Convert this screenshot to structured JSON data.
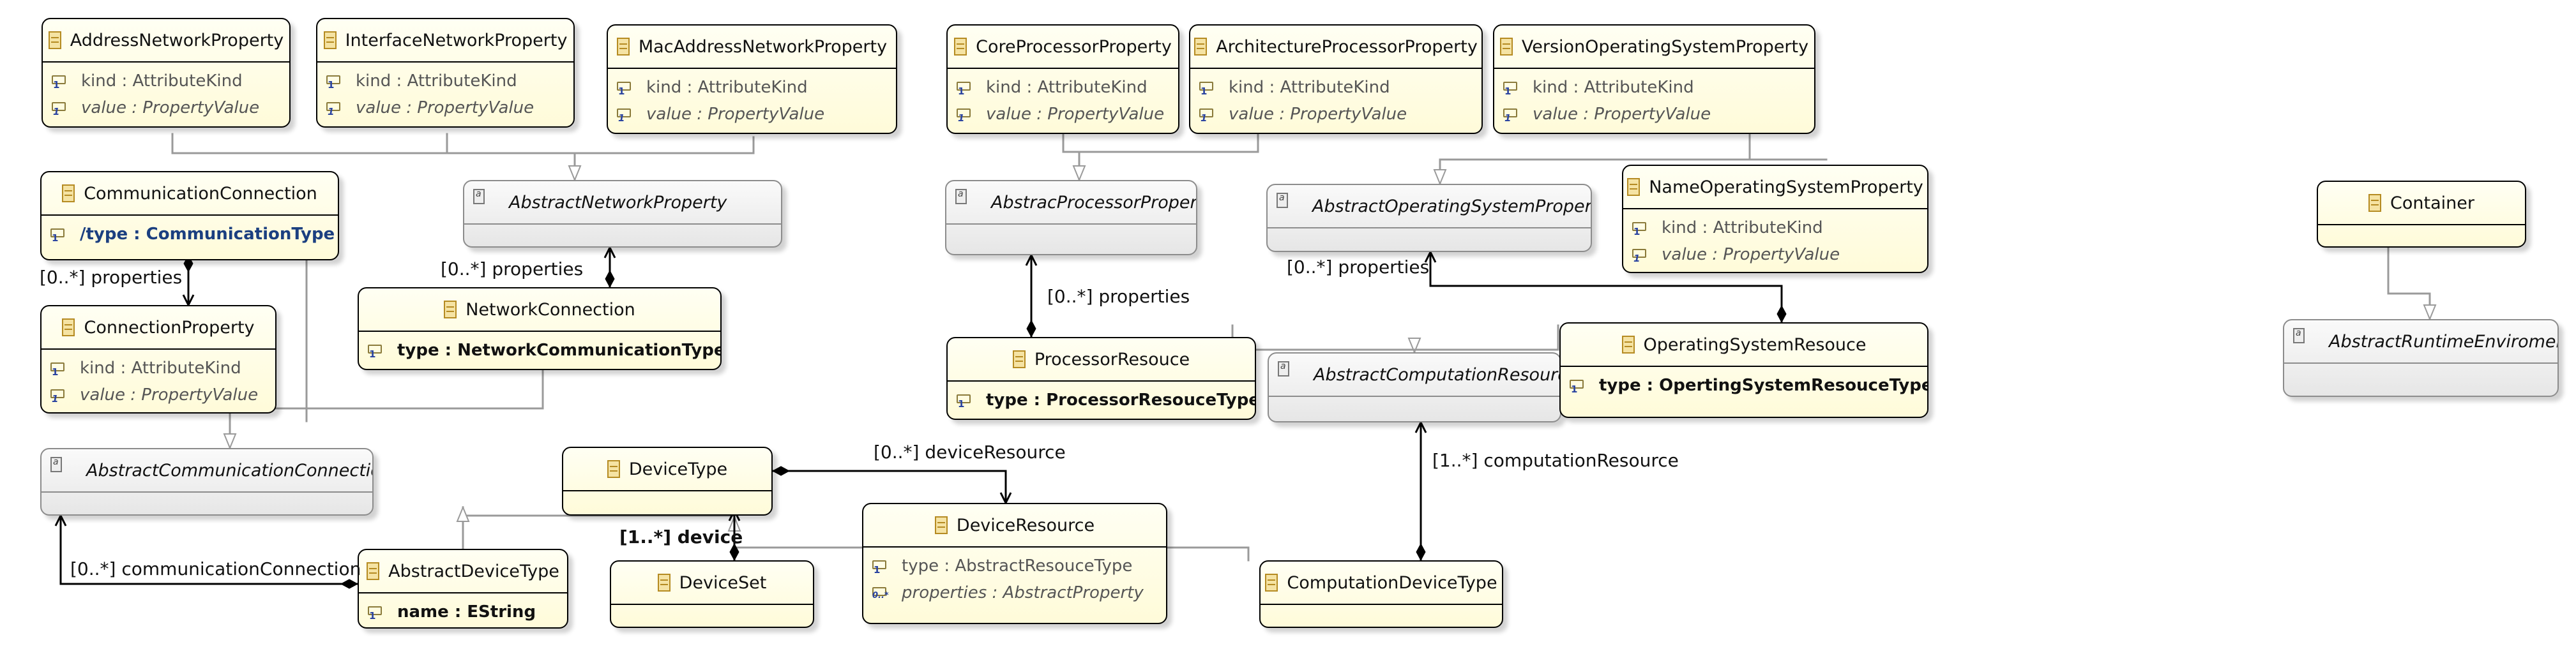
{
  "classes": {
    "address_network_property": {
      "name": "AddressNetworkProperty",
      "attrs": [
        "kind : AttributeKind",
        "value : PropertyValue"
      ]
    },
    "interface_network_property": {
      "name": "InterfaceNetworkProperty",
      "attrs": [
        "kind : AttributeKind",
        "value : PropertyValue"
      ]
    },
    "mac_address_network_property": {
      "name": "MacAddressNetworkProperty",
      "attrs": [
        "kind : AttributeKind",
        "value : PropertyValue"
      ]
    },
    "core_processor_property": {
      "name": "CoreProcessorProperty",
      "attrs": [
        "kind : AttributeKind",
        "value : PropertyValue"
      ]
    },
    "architecture_processor_property": {
      "name": "ArchitectureProcessorProperty",
      "attrs": [
        "kind : AttributeKind",
        "value : PropertyValue"
      ]
    },
    "version_operating_system_property": {
      "name": "VersionOperatingSystemProperty",
      "attrs": [
        "kind : AttributeKind",
        "value : PropertyValue"
      ]
    },
    "communication_connection": {
      "name": "CommunicationConnection",
      "attrs": [
        "/type : CommunicationType"
      ]
    },
    "abstract_network_property": {
      "name": "AbstractNetworkProperty"
    },
    "abstrac_processor_property": {
      "name": "AbstracProcessorProperty"
    },
    "abstract_operating_system_property": {
      "name": "AbstractOperatingSystemProperty"
    },
    "name_operating_system_property": {
      "name": "NameOperatingSystemProperty",
      "attrs": [
        "kind : AttributeKind",
        "value : PropertyValue"
      ]
    },
    "container": {
      "name": "Container"
    },
    "connection_property": {
      "name": "ConnectionProperty",
      "attrs": [
        "kind : AttributeKind",
        "value : PropertyValue"
      ]
    },
    "network_connection": {
      "name": "NetworkConnection",
      "attrs": [
        "type : NetworkCommunicationType"
      ]
    },
    "processor_resouce": {
      "name": "ProcessorResouce",
      "attrs": [
        "type : ProcessorResouceType"
      ]
    },
    "abstract_computation_resource": {
      "name": "AbstractComputationResource"
    },
    "operating_system_resouce": {
      "name": "OperatingSystemResouce",
      "attrs": [
        "type : OpertingSystemResouceType"
      ]
    },
    "abstract_runtime_enviroment": {
      "name": "AbstractRuntimeEnviroment"
    },
    "abstract_communication_connection": {
      "name": "AbstractCommunicationConnection"
    },
    "device_type": {
      "name": "DeviceType"
    },
    "device_resource": {
      "name": "DeviceResource",
      "attrs": [
        "type : AbstractResouceType",
        "properties : AbstractProperty"
      ]
    },
    "abstract_device_type": {
      "name": "AbstractDeviceType",
      "attrs": [
        "name : EString"
      ]
    },
    "device_set": {
      "name": "DeviceSet"
    },
    "computation_device_type": {
      "name": "ComputationDeviceType"
    }
  },
  "labels": {
    "comm_properties": "[0..*] properties",
    "net_properties": "[0..*] properties",
    "proc_properties": "[0..*] properties",
    "os_properties": "[0..*] properties",
    "device_resource": "[0..*] deviceResource",
    "device": "[1..*] device",
    "computation_resource": "[1..*] computationResource",
    "communication_connection": "[0..*] communicationConnection"
  },
  "icons": {
    "class": "class-icon",
    "abstract_class": "abstract-class-icon",
    "attribute": "attribute-icon"
  },
  "colors": {
    "class_fill": "#fffbd9",
    "abstract_fill": "#e6e6e6",
    "generalization": "#9a9a9a",
    "association": "#000000",
    "derived_attribute": "#1b3f80"
  }
}
